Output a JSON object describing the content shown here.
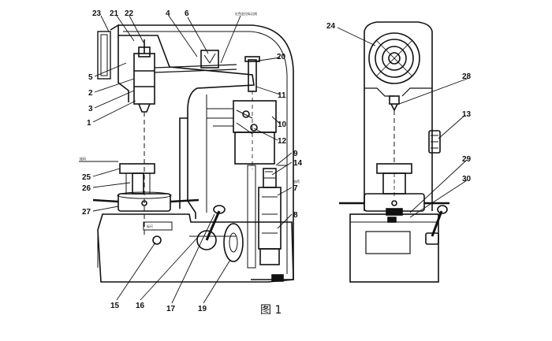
{
  "figure": {
    "caption": "图  1",
    "left_view": {
      "labels": [
        "23",
        "21",
        "22",
        "4",
        "6",
        "20",
        "5",
        "2",
        "3",
        "11",
        "1",
        "10",
        "12",
        "9",
        "14",
        "25",
        "26",
        "27",
        "7",
        "8",
        "15",
        "16",
        "17",
        "19"
      ],
      "small_notes": [
        "红色定位标记线",
        "砝码",
        "加荷",
        "标尺"
      ]
    },
    "right_view": {
      "labels": [
        "24",
        "28",
        "13",
        "29",
        "30"
      ]
    }
  }
}
